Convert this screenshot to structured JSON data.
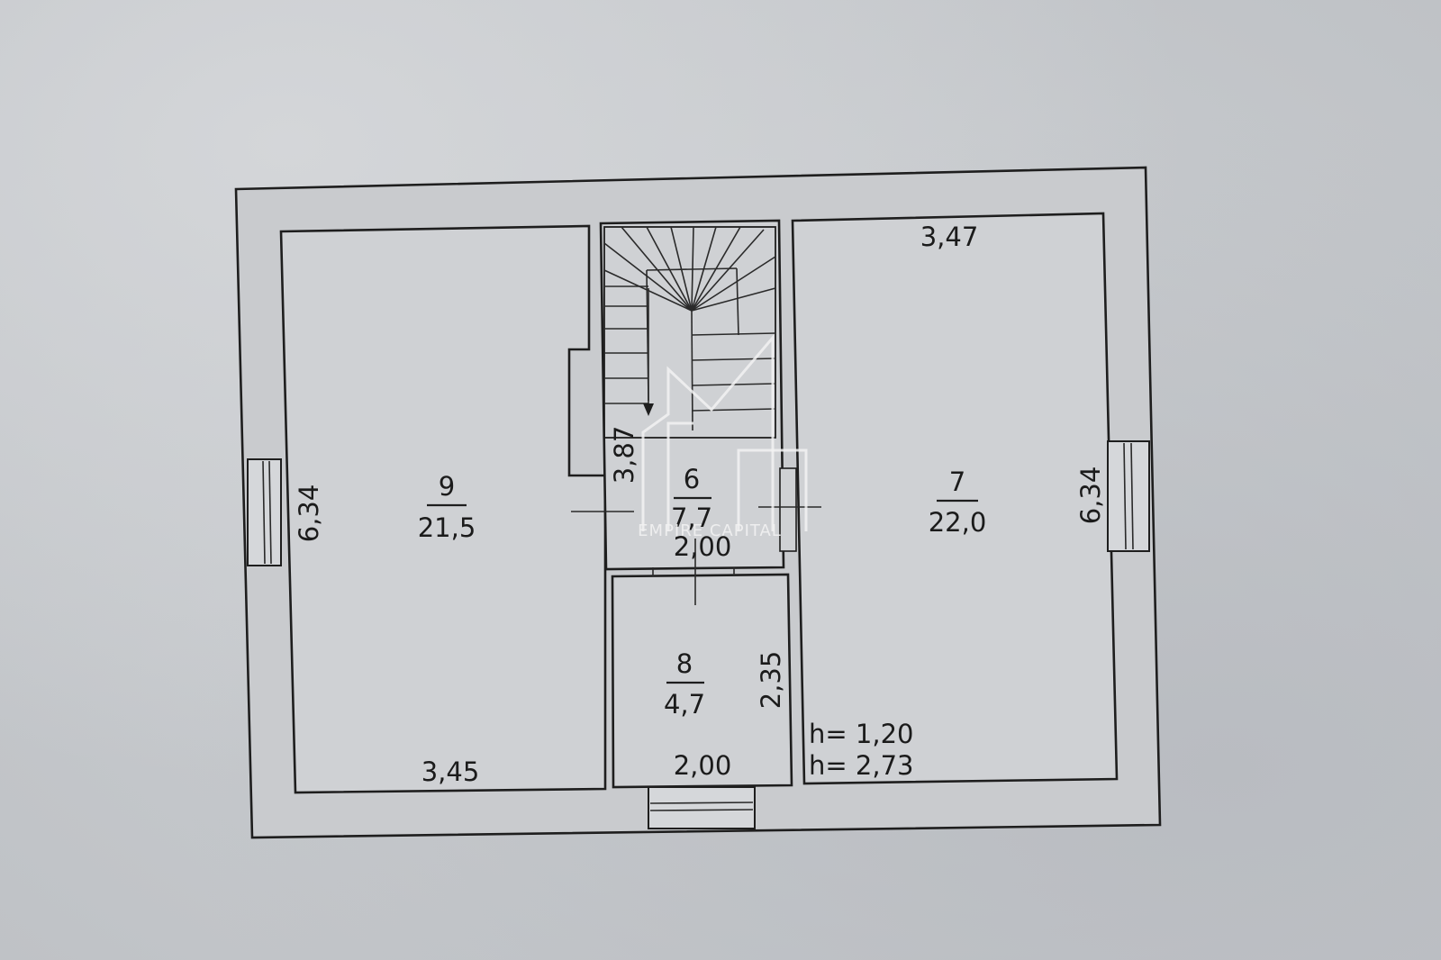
{
  "rooms": {
    "room9": {
      "number": "9",
      "area": "21,5"
    },
    "room6": {
      "number": "6",
      "area": "7,7"
    },
    "room7": {
      "number": "7",
      "area": "22,0"
    },
    "room8": {
      "number": "8",
      "area": "4,7"
    }
  },
  "dimensions": {
    "room9_height": "6,34",
    "room9_width": "3,45",
    "room7_width": "3,47",
    "room7_height": "6,34",
    "stair_height": "3,87",
    "room6_width": "2,00",
    "room8_width": "2,00",
    "room8_height": "2,35"
  },
  "ceiling_heights": {
    "h1": "h= 1,20",
    "h2": "h= 2,73"
  },
  "watermark": {
    "text": "EMPIRE CAPITAL"
  }
}
